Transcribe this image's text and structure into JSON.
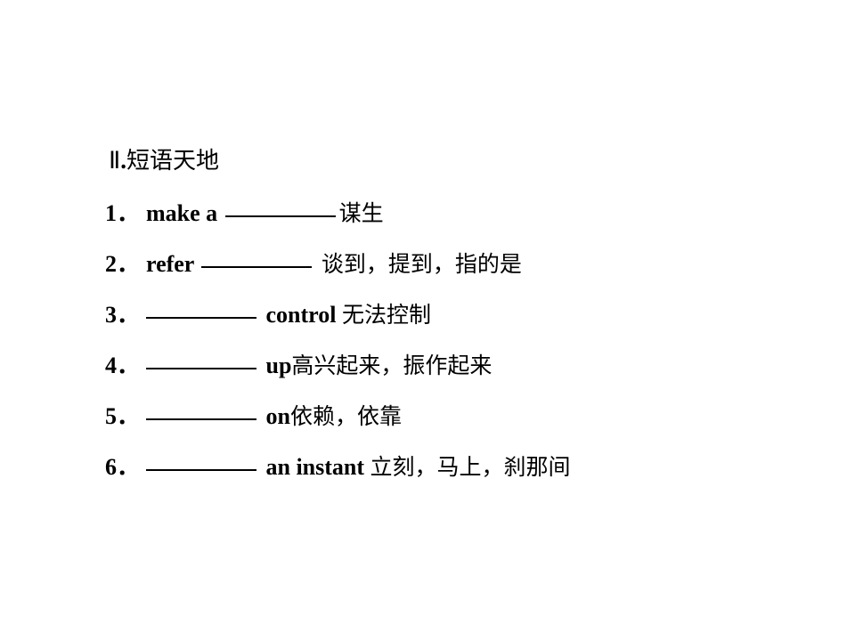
{
  "section": {
    "roman": "Ⅱ",
    "dot": ".",
    "title": "短语天地"
  },
  "items": [
    {
      "num": "1．",
      "before": "make a ",
      "after": "",
      "meaning": "谋生"
    },
    {
      "num": "2．",
      "before": "refer ",
      "after": " ",
      "meaning": "谈到，提到，指的是"
    },
    {
      "num": "3．",
      "before": "",
      "after": " control ",
      "meaning": "无法控制"
    },
    {
      "num": "4．",
      "before": "",
      "after": " up",
      "meaning": "高兴起来，振作起来"
    },
    {
      "num": "5．",
      "before": "",
      "after": " on",
      "meaning": "依赖，依靠"
    },
    {
      "num": "6．",
      "before": "",
      "after": " an instant ",
      "meaning": "立刻，马上，刹那间"
    }
  ]
}
